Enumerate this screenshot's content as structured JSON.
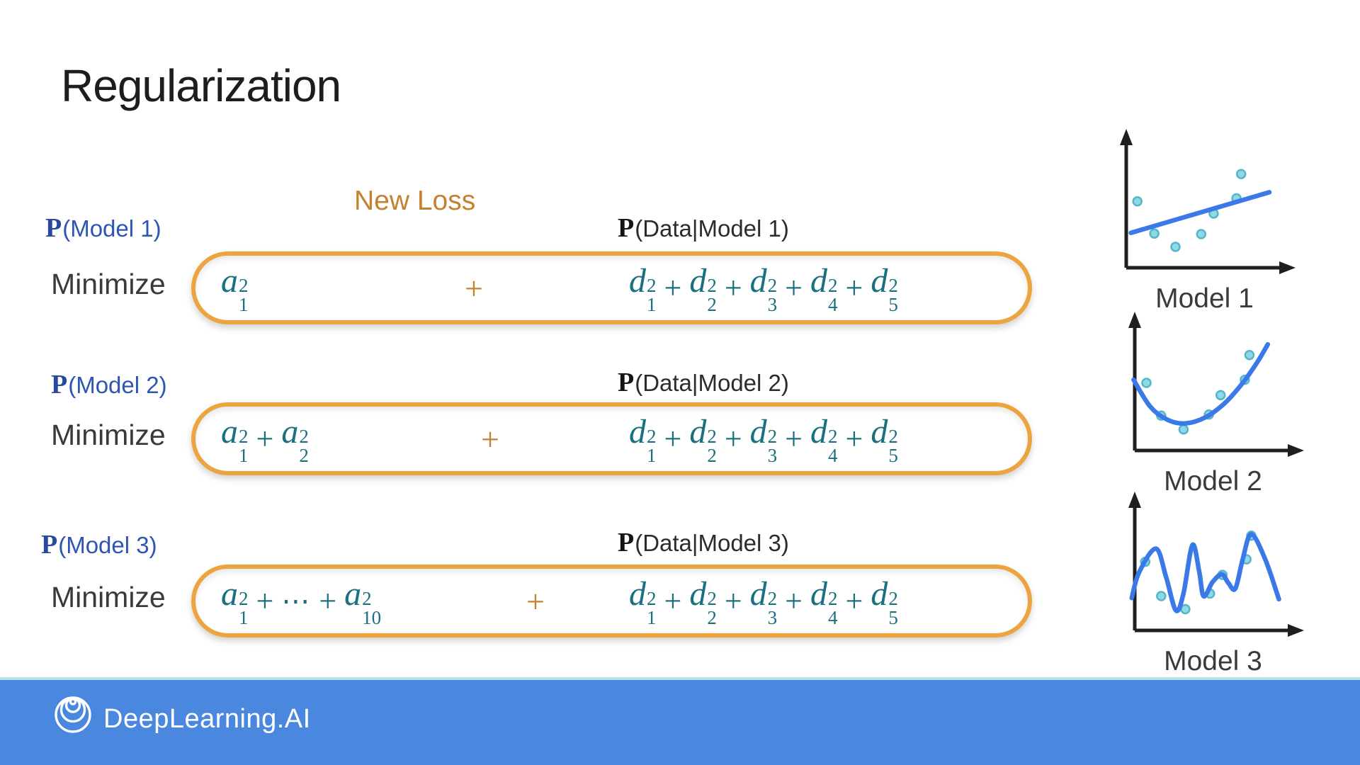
{
  "slide": {
    "title": "Regularization"
  },
  "annotations": {
    "new_loss": "New Loss"
  },
  "rows": [
    {
      "prior": {
        "p": "P",
        "rest": "(Model 1)"
      },
      "likelihood": {
        "p": "P",
        "rest": "(Data|Model 1)"
      },
      "minimize": "Minimize",
      "reg_terms": [
        {
          "base": "a",
          "sup": "2",
          "sub": "1"
        }
      ],
      "plus": "+",
      "data_terms": [
        {
          "base": "d",
          "sup": "2",
          "sub": "1"
        },
        {
          "base": "d",
          "sup": "2",
          "sub": "2"
        },
        {
          "base": "d",
          "sup": "2",
          "sub": "3"
        },
        {
          "base": "d",
          "sup": "2",
          "sub": "4"
        },
        {
          "base": "d",
          "sup": "2",
          "sub": "5"
        }
      ]
    },
    {
      "prior": {
        "p": "P",
        "rest": "(Model 2)"
      },
      "likelihood": {
        "p": "P",
        "rest": "(Data|Model 2)"
      },
      "minimize": "Minimize",
      "reg_terms": [
        {
          "base": "a",
          "sup": "2",
          "sub": "1"
        },
        {
          "base": "a",
          "sup": "2",
          "sub": "2"
        }
      ],
      "plus": "+",
      "data_terms": [
        {
          "base": "d",
          "sup": "2",
          "sub": "1"
        },
        {
          "base": "d",
          "sup": "2",
          "sub": "2"
        },
        {
          "base": "d",
          "sup": "2",
          "sub": "3"
        },
        {
          "base": "d",
          "sup": "2",
          "sub": "4"
        },
        {
          "base": "d",
          "sup": "2",
          "sub": "5"
        }
      ]
    },
    {
      "prior": {
        "p": "P",
        "rest": "(Model 3)"
      },
      "likelihood": {
        "p": "P",
        "rest": "(Data|Model 3)"
      },
      "minimize": "Minimize",
      "reg_terms": [
        {
          "base": "a",
          "sup": "2",
          "sub": "1"
        },
        {
          "dots": "⋯"
        },
        {
          "base": "a",
          "sup": "2",
          "sub": "10"
        }
      ],
      "plus": "+",
      "data_terms": [
        {
          "base": "d",
          "sup": "2",
          "sub": "1"
        },
        {
          "base": "d",
          "sup": "2",
          "sub": "2"
        },
        {
          "base": "d",
          "sup": "2",
          "sub": "3"
        },
        {
          "base": "d",
          "sup": "2",
          "sub": "4"
        },
        {
          "base": "d",
          "sup": "2",
          "sub": "5"
        }
      ]
    }
  ],
  "charts": [
    {
      "label": "Model 1",
      "type": "scatter_with_fit_line",
      "curve": [
        [
          0.012,
          0.755
        ],
        [
          0.934,
          0.413
        ]
      ],
      "points": [
        [
          0.055,
          0.49
        ],
        [
          0.168,
          0.76
        ],
        [
          0.309,
          0.872
        ],
        [
          0.48,
          0.765
        ],
        [
          0.563,
          0.592
        ],
        [
          0.715,
          0.464
        ],
        [
          0.746,
          0.26
        ]
      ]
    },
    {
      "label": "Model 2",
      "type": "scatter_with_fit_curve",
      "curve": [
        [
          -0.027,
          0.453
        ],
        [
          0.085,
          0.68
        ],
        [
          0.2,
          0.79
        ],
        [
          0.318,
          0.82
        ],
        [
          0.45,
          0.77
        ],
        [
          0.58,
          0.65
        ],
        [
          0.7,
          0.48
        ],
        [
          0.8,
          0.3
        ],
        [
          0.867,
          0.156
        ]
      ],
      "points": [
        [
          0.059,
          0.479
        ],
        [
          0.157,
          0.755
        ],
        [
          0.306,
          0.87
        ],
        [
          0.475,
          0.745
        ],
        [
          0.553,
          0.583
        ],
        [
          0.714,
          0.453
        ],
        [
          0.745,
          0.245
        ]
      ]
    },
    {
      "label": "Model 3",
      "type": "scatter_with_overfit_curve",
      "curve": [
        [
          -0.039,
          0.775
        ],
        [
          0.01,
          0.56
        ],
        [
          0.122,
          0.36
        ],
        [
          0.19,
          0.6
        ],
        [
          0.255,
          0.88
        ],
        [
          0.305,
          0.74
        ],
        [
          0.365,
          0.33
        ],
        [
          0.41,
          0.55
        ],
        [
          0.44,
          0.76
        ],
        [
          0.5,
          0.64
        ],
        [
          0.561,
          0.576
        ],
        [
          0.605,
          0.65
        ],
        [
          0.651,
          0.696
        ],
        [
          0.7,
          0.45
        ],
        [
          0.757,
          0.24
        ],
        [
          0.85,
          0.45
        ],
        [
          0.941,
          0.785
        ]
      ],
      "points": [
        [
          0.051,
          0.471
        ],
        [
          0.157,
          0.759
        ],
        [
          0.318,
          0.869
        ],
        [
          0.482,
          0.738
        ],
        [
          0.565,
          0.581
        ],
        [
          0.725,
          0.45
        ],
        [
          0.757,
          0.251
        ]
      ]
    }
  ],
  "footer": {
    "brand": "DeepLearning.AI"
  },
  "colors": {
    "accent_orange_border": "#ECA440",
    "orange_text": "#C5812E",
    "label_blue": "#2E55B4",
    "math_teal": "#1A7080",
    "footer_blue": "#4A88E0",
    "divider_teal": "#B5E3E6",
    "chart_line_blue": "#3C79E8",
    "dot_fill": "#8FD9E4",
    "dot_stroke": "#55B6CA",
    "axis_black": "#1F1F1F"
  }
}
